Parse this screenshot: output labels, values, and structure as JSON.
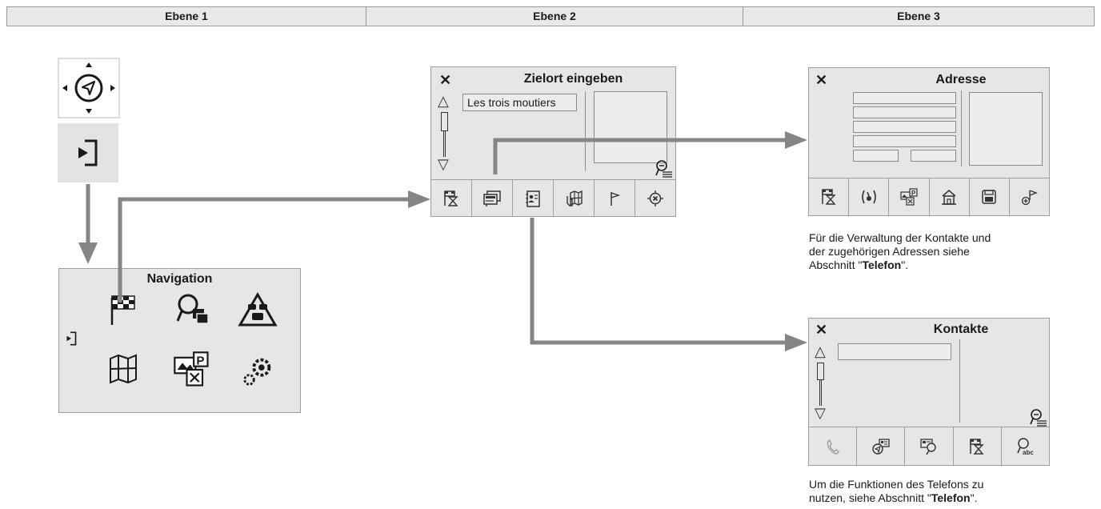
{
  "header": {
    "levels": [
      "Ebene 1",
      "Ebene 2",
      "Ebene 3"
    ]
  },
  "level1": {
    "menu_title": "Navigation",
    "icons": [
      "nav-arrow-icon",
      "enter-icon",
      "checkered-flag-icon",
      "search-poi-icon",
      "traffic-icon",
      "map-icon",
      "poi-parking-icon",
      "settings-icon",
      "small-enter-icon"
    ]
  },
  "dest_panel": {
    "title": "Zielort eingeben",
    "close": "✕",
    "input_value": "Les trois moutiers",
    "toolbar_icons": [
      "destination-flag-icon",
      "address-card-icon",
      "contacts-icon",
      "map-touch-icon",
      "flag-icon",
      "gps-target-icon"
    ]
  },
  "address_panel": {
    "title": "Adresse",
    "close": "✕",
    "toolbar_icons": [
      "destination-flag-icon",
      "route-icon",
      "poi-parking-icon",
      "home-icon",
      "save-icon",
      "add-flag-icon"
    ],
    "note": {
      "line1": "Für die Verwaltung der Kontakte und",
      "line2": "der zugehörigen Adressen siehe",
      "prefix": "Abschnitt \"",
      "bold": "Telefon",
      "suffix": "\"."
    }
  },
  "contacts_panel": {
    "title": "Kontakte",
    "close": "✕",
    "toolbar_icons": [
      "phone-icon",
      "navigate-contact-icon",
      "search-contact-icon",
      "destination-flag-icon",
      "search-abc-icon"
    ],
    "search_abc": "abc",
    "note": {
      "line1": "Um die Funktionen des Telefons zu",
      "prefix": "nutzen, siehe Abschnitt \"",
      "bold": "Telefon",
      "suffix": "\"."
    }
  },
  "colors": {
    "arrow": "#858585",
    "panel_bg": "#e6e6e6",
    "header_bg": "#e9e9e9"
  }
}
